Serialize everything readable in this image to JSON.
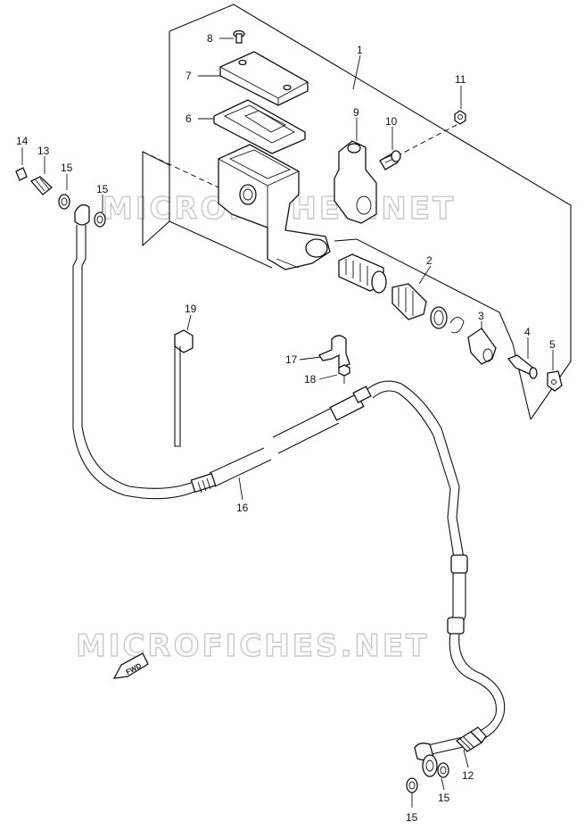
{
  "watermark": "MICROFICHES.NET",
  "fwd_arrow_text": "FWD",
  "callouts": {
    "p1": "1",
    "p2": "2",
    "p3": "3",
    "p4": "4",
    "p5": "5",
    "p6": "6",
    "p7": "7",
    "p8": "8",
    "p9": "9",
    "p10": "10",
    "p11": "11",
    "p12": "12",
    "p13": "13",
    "p14": "14",
    "p15a": "15",
    "p15b": "15",
    "p15c": "15",
    "p15d": "15",
    "p16": "16",
    "p17": "17",
    "p18": "18",
    "p19": "19"
  }
}
